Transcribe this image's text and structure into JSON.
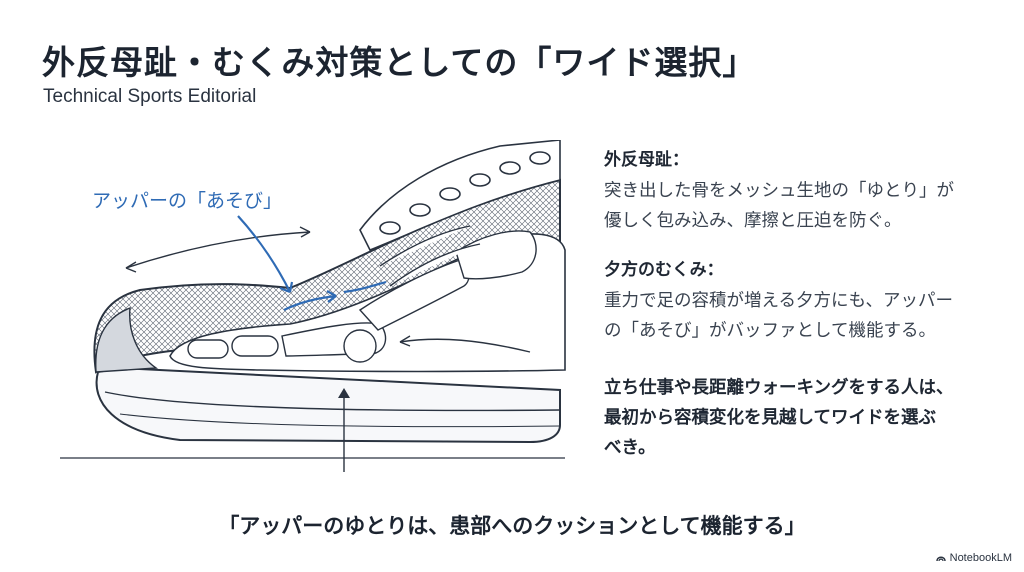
{
  "title": "外反母趾・むくみ対策としての「ワイド選択」",
  "subtitle": "Technical Sports Editorial",
  "illustration": {
    "callout": "アッパーの「あそび」"
  },
  "panel": {
    "hallux": {
      "heading": "外反母趾：",
      "lines": [
        "突き出した骨をメッシュ生地の「ゆとり」が",
        "優しく包み込み、摩擦と圧迫を防ぐ。"
      ]
    },
    "swelling": {
      "heading": "夕方のむくみ：",
      "lines": [
        "重力で足の容積が増える夕方にも、アッパー",
        "の「あそび」がバッファとして機能する。"
      ]
    },
    "recommendation": {
      "lines": [
        "立ち仕事や長距離ウォーキングをする人は、",
        "最初から容積変化を見越してワイドを選ぶ",
        "べき。"
      ]
    }
  },
  "quote": "「アッパーのゆとりは、患部へのクッションとして機能する」",
  "brand": {
    "label": "NotebookLM",
    "icon": "notebooklm-logo-icon"
  },
  "colors": {
    "accent": "#2f6bb5",
    "text": "#1f2733",
    "line": "#2a3340"
  }
}
